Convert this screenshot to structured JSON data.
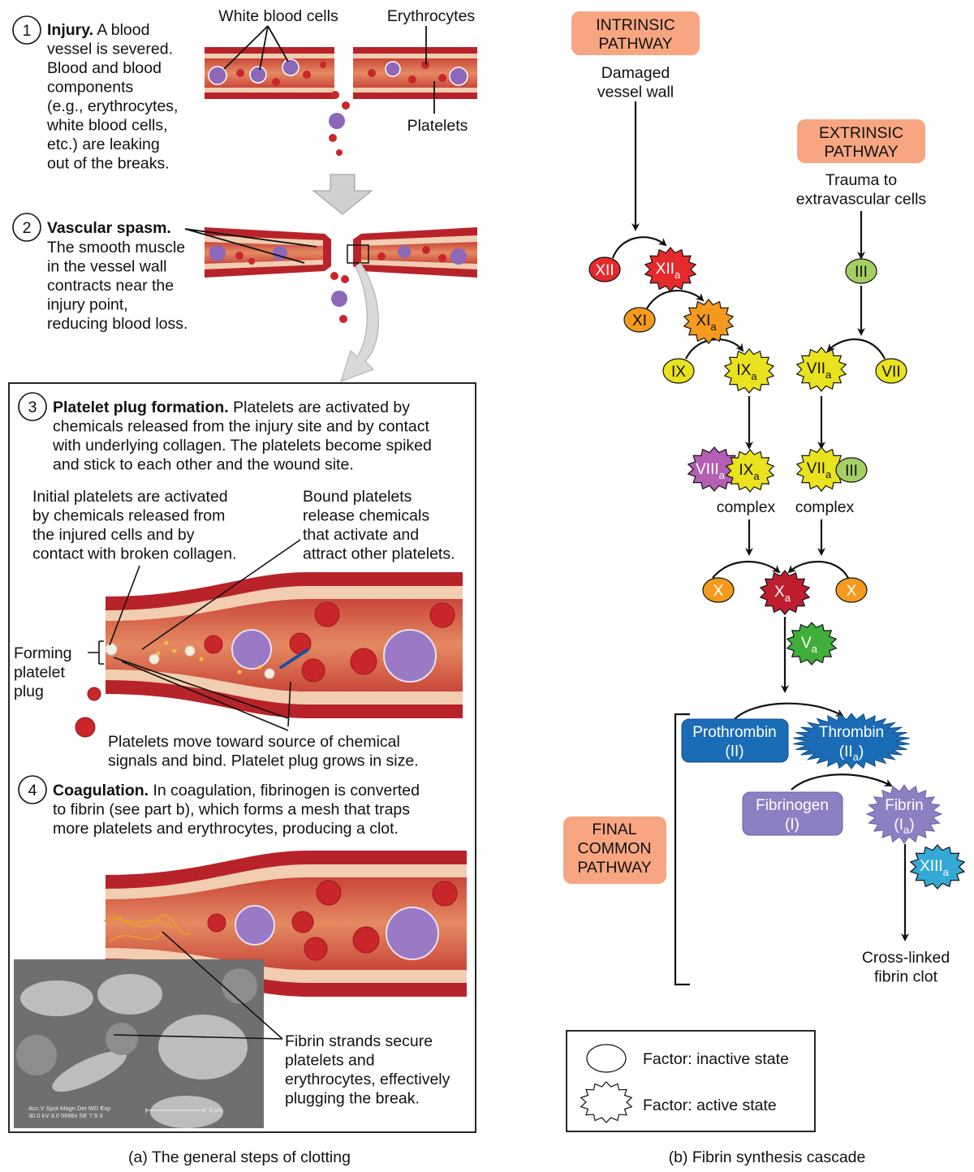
{
  "left": {
    "caption": "(a) The general steps of clotting",
    "step1": {
      "num": "1",
      "title": "Injury.",
      "first": " A blood",
      "lines": [
        "vessel is severed.",
        "Blood and blood",
        "components",
        "(e.g., erythrocytes,",
        "white blood cells,",
        "etc.) are leaking",
        "out of the breaks."
      ]
    },
    "labels": {
      "wbc": "White blood cells",
      "erythrocytes": "Erythrocytes",
      "platelets": "Platelets"
    },
    "step2": {
      "num": "2",
      "title": "Vascular spasm.",
      "first": "",
      "lines": [
        "The smooth muscle",
        "in the vessel wall",
        "contracts near the",
        "injury point,",
        "reducing blood loss."
      ]
    },
    "step3": {
      "num": "3",
      "title": "Platelet plug formation.",
      "first": " Platelets are activated by",
      "lines": [
        "chemicals released from the injury site and by contact",
        "with underlying collagen. The platelets become spiked",
        "and stick to each other and the wound site."
      ]
    },
    "initial_note": [
      "Initial platelets are activated",
      "by chemicals released from",
      "the injured cells and by",
      "contact with broken collagen."
    ],
    "bound_note": [
      "Bound platelets",
      "release chemicals",
      "that activate and",
      "attract other platelets."
    ],
    "forming_note": [
      "Forming",
      "platelet",
      "plug"
    ],
    "move_note": [
      "Platelets move toward source of chemical",
      "signals and bind. Platelet plug grows in size."
    ],
    "step4": {
      "num": "4",
      "title": "Coagulation.",
      "first": " In coagulation, fibrinogen is converted",
      "lines": [
        "to fibrin (see part b), which forms a mesh that traps",
        "more platelets and erythrocytes, producing a clot."
      ]
    },
    "fibrin_note": [
      "Fibrin strands secure",
      "platelets and",
      "erythrocytes, effectively",
      "plugging the break."
    ],
    "micrograph": {
      "line1": "Acc.V  Spot Magn    Det  WD   Exp",
      "line2": "30.0 kV 3.0  5698x    SE   7.9   3",
      "scale": "5 μm"
    }
  },
  "right": {
    "caption": "(b) Fibrin synthesis cascade",
    "intrinsic": {
      "label": [
        "INTRINSIC",
        "PATHWAY"
      ],
      "trigger": [
        "Damaged",
        "vessel wall"
      ]
    },
    "extrinsic": {
      "label": [
        "EXTRINSIC",
        "PATHWAY"
      ],
      "trigger": [
        "Trauma to",
        "extravascular cells"
      ]
    },
    "final": {
      "label": [
        "FINAL",
        "COMMON",
        "PATHWAY"
      ]
    },
    "factors": {
      "xii": {
        "main": "XII",
        "sub": ""
      },
      "xiia": {
        "main": "XII",
        "sub": "a"
      },
      "xi": {
        "main": "XI",
        "sub": ""
      },
      "xia": {
        "main": "XI",
        "sub": "a"
      },
      "ix": {
        "main": "IX",
        "sub": ""
      },
      "ixa": {
        "main": "IX",
        "sub": "a"
      },
      "iii": {
        "main": "III",
        "sub": ""
      },
      "viia": {
        "main": "VII",
        "sub": "a"
      },
      "vii": {
        "main": "VII",
        "sub": ""
      },
      "viiia": {
        "main": "VIII",
        "sub": "a"
      },
      "ixa2": {
        "main": "IX",
        "sub": "a"
      },
      "viia2": {
        "main": "VII",
        "sub": "a"
      },
      "iii2": {
        "main": "III",
        "sub": ""
      },
      "x1": {
        "main": "X",
        "sub": ""
      },
      "xa": {
        "main": "X",
        "sub": "a"
      },
      "x2": {
        "main": "X",
        "sub": ""
      },
      "va": {
        "main": "V",
        "sub": "a"
      },
      "xiiia": {
        "main": "XIII",
        "sub": "a"
      }
    },
    "complex_label": "complex",
    "prothrombin": [
      "Prothrombin",
      "(II)"
    ],
    "thrombin": {
      "name": "Thrombin",
      "main": "(II",
      "sub": "a",
      "end": ")"
    },
    "fibrinogen": [
      "Fibrinogen",
      "(I)"
    ],
    "fibrin": {
      "name": "Fibrin",
      "main": "(I",
      "sub": "a",
      "end": ")"
    },
    "clot": [
      "Cross-linked",
      "fibrin clot"
    ],
    "legend": {
      "inactive": "Factor: inactive state",
      "active": "Factor: active state"
    }
  },
  "colors": {
    "red": "#e52a2c",
    "orange": "#f49a1e",
    "yellow": "#e9e21e",
    "green_light": "#a5cf63",
    "purple": "#b45eb4",
    "dark_red": "#be1e2d",
    "green": "#3fae3a",
    "blue": "#1b6cb6",
    "lavender": "#8d80c2",
    "cyan": "#35a9d6",
    "salmon": "#f7a681",
    "vessel": "#b8232a"
  }
}
